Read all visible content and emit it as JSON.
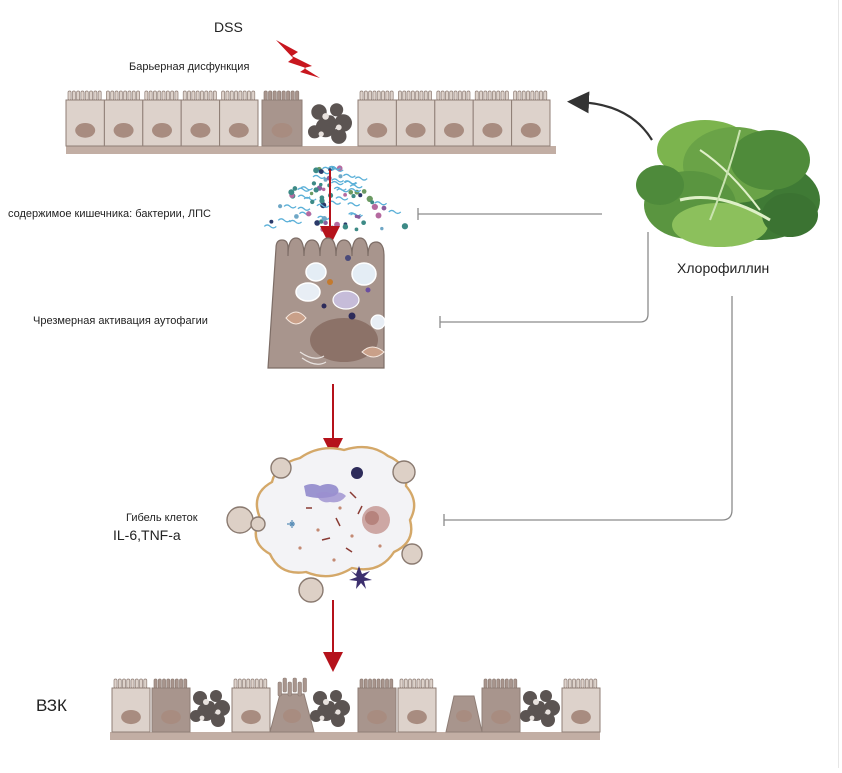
{
  "labels": {
    "trigger": "DSS",
    "barrier": "Барьерная дисфункция",
    "contents": "содержимое кишечника: бактерии, ЛПС",
    "autophagy": "Чрезмерная активация аутофагии",
    "death": "Гибель клеток",
    "cytokines": "IL-6,TNF-a",
    "disease": "ВЗК",
    "treatment": "Хлорофиллин"
  },
  "colors": {
    "cell_light": "#ddd2cb",
    "cell_dark": "#a8958d",
    "nucleus": "#a88c80",
    "cell_outline": "#8f7e76",
    "arrow_red": "#b5121b",
    "inhibit_line": "#8c8c8c",
    "dying_outline": "#d4a869",
    "leaf": "#5f9a43"
  },
  "icons": [
    "lightning-icon",
    "lettuce-icon",
    "microbe-icon"
  ]
}
